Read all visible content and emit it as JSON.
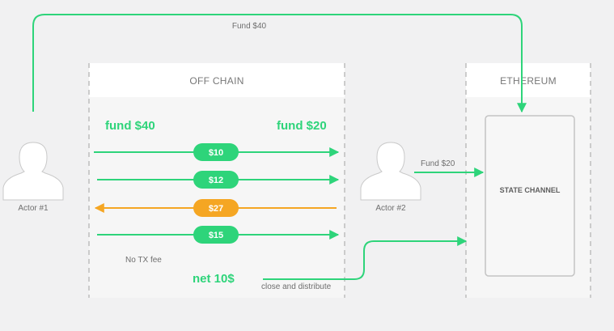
{
  "top_fund_label": "Fund $40",
  "lanes": {
    "offchain_title": "OFF CHAIN",
    "ethereum_title": "ETHEREUM"
  },
  "actors": {
    "actor1": "Actor #1",
    "actor2": "Actor #2"
  },
  "offchain": {
    "fund_left": "fund $40",
    "fund_right": "fund $20",
    "transfers": [
      {
        "amount": "$10",
        "direction": "right",
        "color": "#2ed47a"
      },
      {
        "amount": "$12",
        "direction": "right",
        "color": "#2ed47a"
      },
      {
        "amount": "$27",
        "direction": "left",
        "color": "#f5a623"
      },
      {
        "amount": "$15",
        "direction": "right",
        "color": "#2ed47a"
      }
    ],
    "no_fee": "No TX fee",
    "net": "net 10$",
    "close": "close and distribute"
  },
  "ethereum": {
    "fund_label": "Fund $20",
    "state_channel": "STATE CHANNEL"
  },
  "colors": {
    "green": "#2ed47a",
    "orange": "#f5a623",
    "grey": "#bdbdbd"
  }
}
